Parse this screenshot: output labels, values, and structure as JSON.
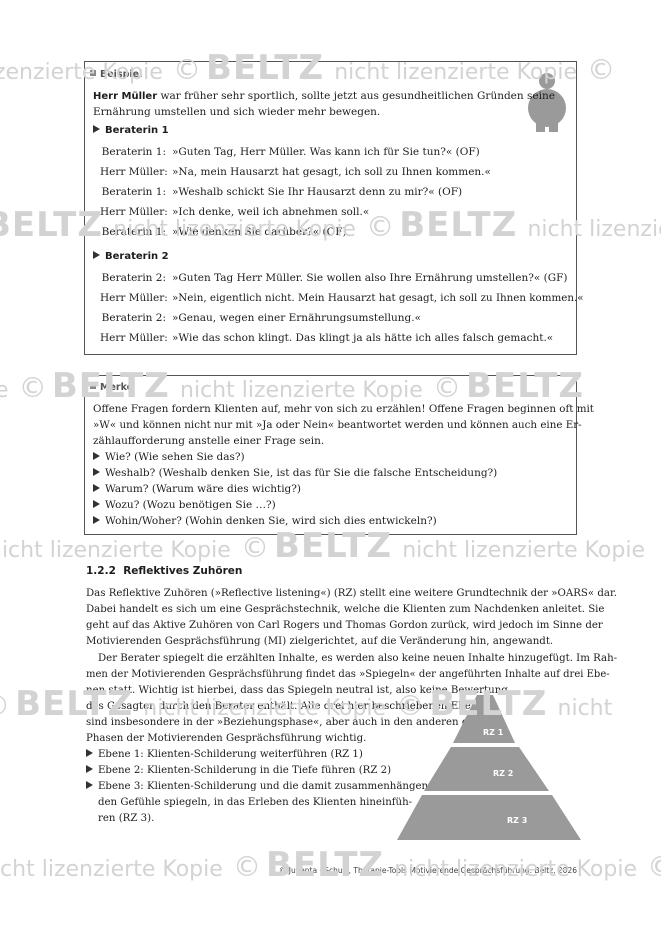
{
  "beispiel": {
    "heading": "Beispiel",
    "intro_name": "Herr Müller",
    "intro_rest_line1": " war früher sehr sportlich, sollte jetzt aus gesundheitlichen Gründen seine",
    "intro_line2": "Ernährung umstellen und sich wieder mehr bewegen.",
    "section1_title": "Beraterin 1",
    "dialog1": [
      {
        "speaker": "Beraterin 1:",
        "text": "»Guten Tag, Herr Müller. Was kann ich für Sie tun?« (OF)"
      },
      {
        "speaker": "Herr Müller:",
        "text": "»Na, mein Hausarzt hat gesagt, ich soll zu Ihnen kommen.«"
      },
      {
        "speaker": "Beraterin 1:",
        "text": "»Weshalb schickt Sie Ihr Hausarzt denn zu mir?« (OF)"
      },
      {
        "speaker": "Herr Müller:",
        "text": "»Ich denke, weil ich abnehmen soll.«"
      },
      {
        "speaker": "Beraterin 1:",
        "text": "»Wie denken Sie darüber?« (OF)"
      }
    ],
    "section2_title": "Beraterin 2",
    "dialog2": [
      {
        "speaker": "Beraterin 2:",
        "text": "»Guten Tag Herr Müller. Sie wollen also Ihre Ernährung umstellen?« (GF)"
      },
      {
        "speaker": "Herr Müller:",
        "text": "»Nein, eigentlich nicht. Mein Hausarzt hat gesagt, ich soll zu Ihnen kommen.«"
      },
      {
        "speaker": "Beraterin 2:",
        "text": "»Genau, wegen einer Ernährungsumstellung.«"
      },
      {
        "speaker": "Herr Müller:",
        "text": "»Wie das schon klingt. Das klingt ja als hätte ich alles falsch gemacht.«"
      }
    ]
  },
  "merke": {
    "heading": "Merke",
    "lines": [
      "Offene Fragen fordern Klienten auf, mehr von sich zu erzählen! Offene Fragen beginnen oft mit",
      "»W« und können nicht nur mit »Ja oder Nein« beantwortet werden und können auch eine Er-",
      "zählaufforderung anstelle einer Frage sein."
    ],
    "bullets": [
      "Wie? (Wie sehen Sie das?)",
      "Weshalb? (Weshalb denken Sie, ist das für Sie die falsche Entscheidung?)",
      "Warum? (Warum wäre dies wichtig?)",
      "Wozu? (Wozu benötigen Sie …?)",
      "Wohin/Woher? (Wohin denken Sie, wird sich dies entwickeln?)"
    ]
  },
  "section": {
    "number": "1.2.2",
    "title": "Reflektives Zuhören",
    "para1": [
      "Das Reflektive Zuhören (»Reflective listening«) (RZ) stellt eine weitere Grundtechnik der »OARS« dar.",
      "Dabei handelt es sich um eine Gesprächstechnik, welche die Klienten zum Nachdenken anleitet. Sie",
      "geht auf das Aktive Zuhören von Carl Rogers und Thomas Gordon zurück, wird jedoch im Sinne der",
      "Motivierenden Gesprächsführung (MI) zielgerichtet, auf die Veränderung hin, angewandt."
    ],
    "para2": [
      "Der Berater spiegelt die erzählten Inhalte, es werden also keine neuen Inhalte hinzugefügt. Im Rah-",
      "men der Motivierenden Gesprächsführung findet das »Spiegeln« der angeführten Inhalte auf drei Ebe-",
      "nen statt. Wichtig ist hierbei, dass das Spiegeln neutral ist, also keine Bewertung",
      "des Gesagten durch den Berater enthält. Alle drei hier beschriebenen Ebenen",
      "sind insbesondere in der »Beziehungsphase«, aber auch in den anderen drei",
      "Phasen der Motivierenden Gesprächsführung wichtig."
    ],
    "bullets": [
      "Ebene 1: Klienten-Schilderung weiterführen (RZ 1)",
      "Ebene 2: Klienten-Schilderung in die Tiefe führen (RZ 2)",
      "Ebene 3: Klienten-Schilderung und die damit zusammenhängen-"
    ],
    "bullet3_cont": [
      "den Gefühle spiegeln, in das Erleben des Klienten hineinfüh-",
      "ren (RZ 3)."
    ]
  },
  "pyramid": {
    "labels": [
      "RZ 1",
      "RZ 2",
      "RZ 3"
    ],
    "color": "#9a9a9a"
  },
  "footer": "© Juventa · Schulz, Therapie-Tools Motivierende Gesprächsführung. Beltz, 2026",
  "watermark": {
    "text": "nicht lizenzierte Kopie",
    "brand": "BELTZ",
    "symbol": "©"
  }
}
